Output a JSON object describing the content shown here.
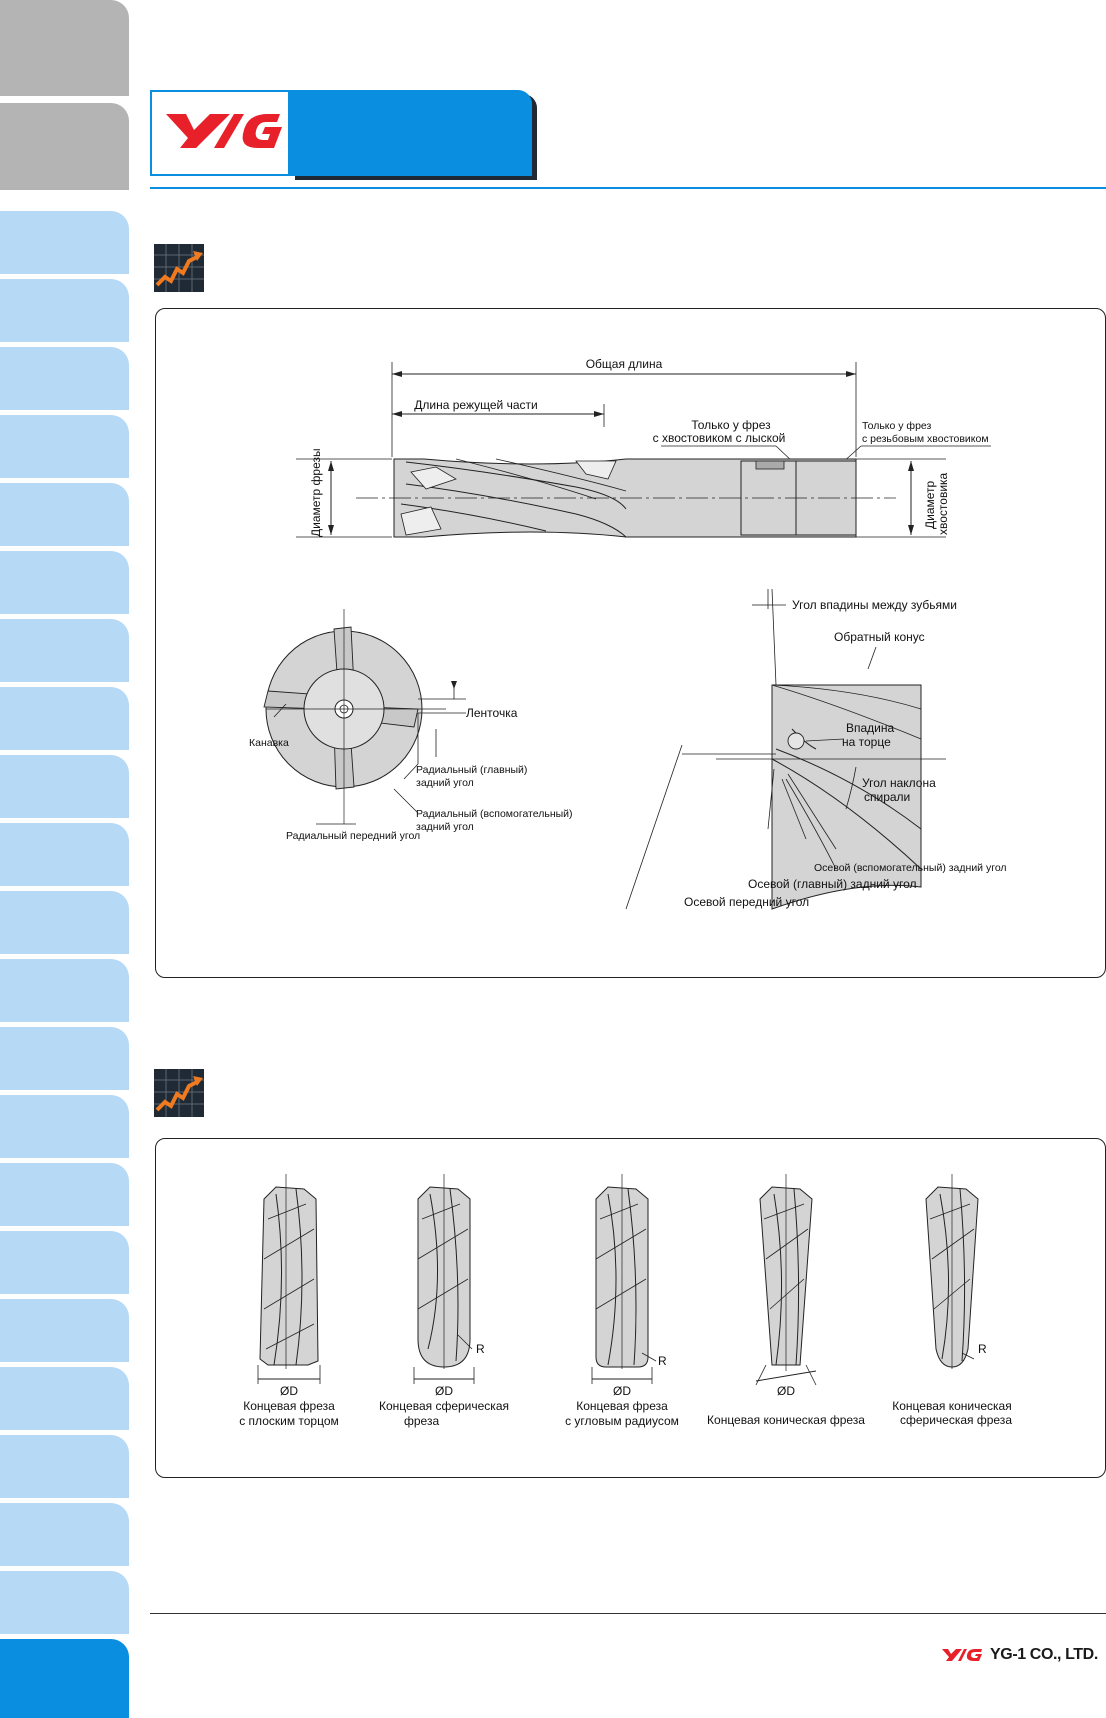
{
  "header": {
    "logo_text": "YG"
  },
  "section1": {
    "overall_length": "Общая длина",
    "cutting_length": "Длина режущей части",
    "flat_shank_line1": "Только у фрез",
    "flat_shank_line2": "с хвостовиком с лыской",
    "thread_shank_line1": "Только у фрез",
    "thread_shank_line2": "с резьбовым хвостовиком",
    "mill_diameter": "Диаметр фрезы",
    "shank_diameter_line1": "Диаметр",
    "shank_diameter_line2": "хвостовика",
    "margin": "Ленточка",
    "flute": "Канавка",
    "radial_primary_line1": "Радиальный (главный)",
    "radial_primary_line2": "задний угол",
    "radial_secondary_line1": "Радиальный (вспомогательный)",
    "radial_secondary_line2": "задний угол",
    "radial_rake": "Радиальный передний угол",
    "gash_angle": "Угол впадины между зубьями",
    "back_taper": "Обратный конус",
    "end_gash_line1": "Впадина",
    "end_gash_line2": "на торце",
    "helix_line1": "Угол наклона",
    "helix_line2": "спирали",
    "axial_secondary": "Осевой (вспомогательный) задний угол",
    "axial_primary": "Осевой (главный) задний угол",
    "axial_rake": "Осевой передний угол"
  },
  "section2": {
    "tools": [
      {
        "dim": "ØD",
        "r": "",
        "line1": "Концевая фреза",
        "line2": "с плоским торцом"
      },
      {
        "dim": "ØD",
        "r": "R",
        "line1": "Концевая сферическая",
        "line2": "фреза"
      },
      {
        "dim": "ØD",
        "r": "R",
        "line1": "Концевая фреза",
        "line2": "с угловым радиусом"
      },
      {
        "dim": "ØD",
        "r": "",
        "line1": "Концевая коническая фреза",
        "line2": ""
      },
      {
        "dim": "",
        "r": "R",
        "line1": "Концевая коническая",
        "line2": "сферическая фреза"
      }
    ]
  },
  "footer": {
    "company": "YG-1 CO., LTD."
  },
  "colors": {
    "accent": "#0a8ee0",
    "tab_light": "#b6d9f6",
    "tab_gray": "#b4b4b4",
    "logo_red": "#e8202a",
    "icon_orange": "#f07a20"
  }
}
